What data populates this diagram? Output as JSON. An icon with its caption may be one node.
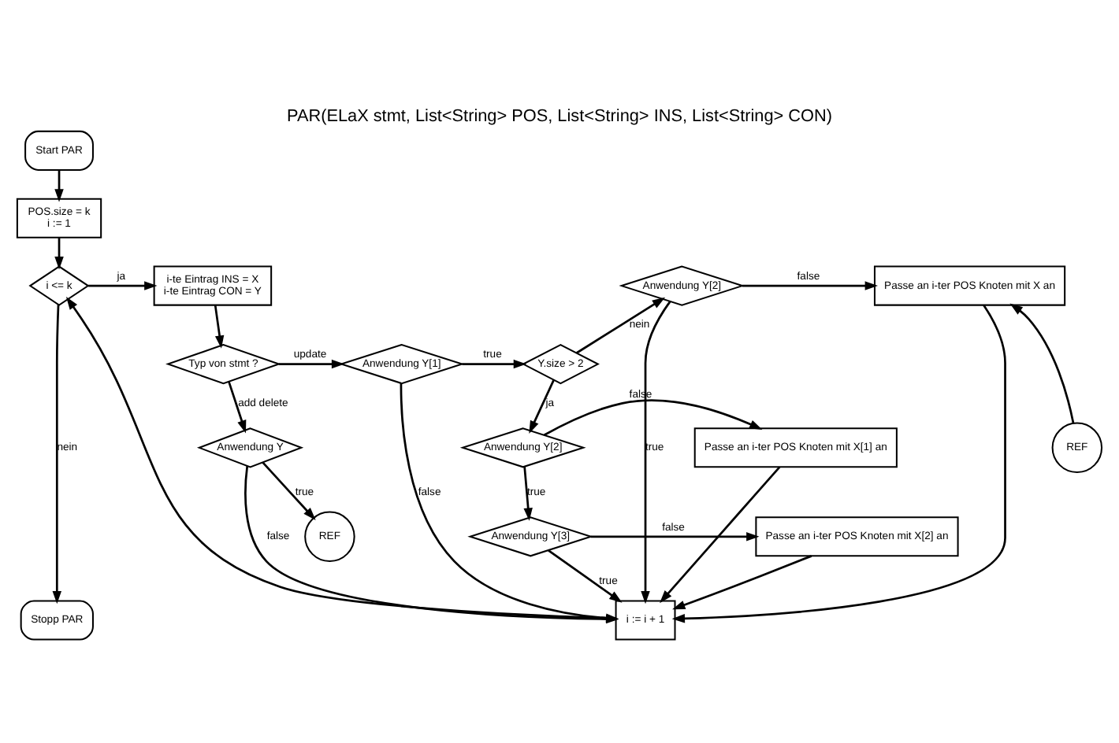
{
  "diagram": {
    "title": "PAR(ELaX stmt, List<String> POS, List<String> INS, List<String> CON)",
    "nodes": [
      {
        "text": [
          "Start PAR"
        ]
      },
      {
        "text": [
          "POS.size = k",
          "i := 1"
        ]
      },
      {
        "text": [
          "i <= k"
        ]
      },
      {
        "text": [
          "Stopp PAR"
        ]
      },
      {
        "text": [
          "i-te Eintrag INS = X",
          "i-te Eintrag CON = Y"
        ]
      },
      {
        "text": [
          "Typ von stmt ?"
        ]
      },
      {
        "text": [
          "Anwendung Y"
        ]
      },
      {
        "text": [
          "REF"
        ]
      },
      {
        "text": [
          "i := i + 1"
        ]
      },
      {
        "text": [
          "Anwendung Y[1]"
        ]
      },
      {
        "text": [
          "Anwendung Y[2]"
        ]
      },
      {
        "text": [
          "Passe an i-ter POS Knoten mit X an"
        ]
      },
      {
        "text": [
          "REF"
        ]
      },
      {
        "text": [
          "Y.size > 2"
        ]
      },
      {
        "text": [
          "Anwendung Y[2]"
        ]
      },
      {
        "text": [
          "Passe an i-ter POS Knoten mit X[1] an"
        ]
      },
      {
        "text": [
          "Anwendung Y[3]"
        ]
      },
      {
        "text": [
          "Passe an i-ter POS Knoten mit X[2] an"
        ]
      }
    ],
    "edges": [
      {
        "from": 0,
        "to": 1,
        "arrow": "to"
      },
      {
        "from": 1,
        "to": 2,
        "arrow": "to"
      },
      {
        "from": 2,
        "to": 4,
        "arrow": "to",
        "label": "ja"
      },
      {
        "from": 2,
        "to": 3,
        "arrow": "to",
        "label": "nein"
      },
      {
        "from": 4,
        "to": 5,
        "arrow": "to"
      },
      {
        "from": 5,
        "to": 9,
        "arrow": "to",
        "label": "update"
      },
      {
        "from": 5,
        "to": 6,
        "arrow": "to",
        "label": "add delete"
      },
      {
        "from": 6,
        "to": 7,
        "arrow": "to",
        "label": "true"
      },
      {
        "from": 6,
        "to": 8,
        "arrow": "to",
        "label": "false"
      },
      {
        "from": 8,
        "to": 2,
        "arrow": "to"
      },
      {
        "from": 9,
        "to": 13,
        "arrow": "to",
        "label": "true"
      },
      {
        "from": 9,
        "to": 8,
        "arrow": "to",
        "label": "false"
      },
      {
        "from": 13,
        "to": 10,
        "arrow": "to",
        "label": "nein"
      },
      {
        "from": 13,
        "to": 14,
        "arrow": "to",
        "label": "ja"
      },
      {
        "from": 10,
        "to": 11,
        "arrow": "to",
        "label": "false"
      },
      {
        "from": 10,
        "to": 8,
        "arrow": "to",
        "label": "true"
      },
      {
        "from": 12,
        "to": 11,
        "arrow": "to"
      },
      {
        "from": 11,
        "to": 8,
        "arrow": "to"
      },
      {
        "from": 14,
        "to": 15,
        "arrow": "to",
        "label": "false"
      },
      {
        "from": 14,
        "to": 16,
        "arrow": "to",
        "label": "true"
      },
      {
        "from": 15,
        "to": 8,
        "arrow": "to"
      },
      {
        "from": 16,
        "to": 17,
        "arrow": "to",
        "label": "false"
      },
      {
        "from": 16,
        "to": 8,
        "arrow": "to",
        "label": "true"
      },
      {
        "from": 17,
        "to": 8,
        "arrow": "to"
      }
    ]
  }
}
